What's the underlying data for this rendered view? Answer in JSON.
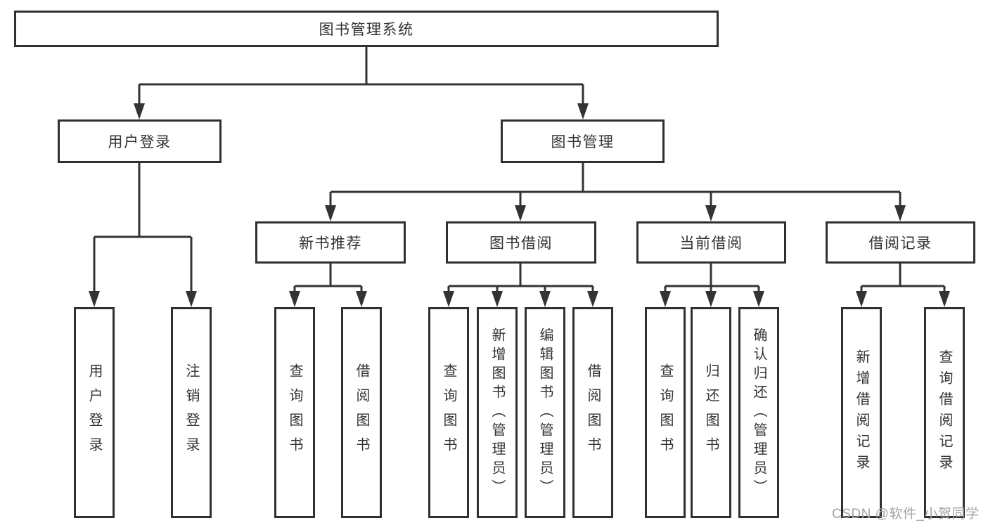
{
  "diagram": {
    "root": {
      "label": "图书管理系统"
    },
    "level2": [
      {
        "label": "用户登录"
      },
      {
        "label": "图书管理"
      }
    ],
    "level3": [
      {
        "label": "新书推荐"
      },
      {
        "label": "图书借阅"
      },
      {
        "label": "当前借阅"
      },
      {
        "label": "借阅记录"
      }
    ],
    "leaves": {
      "user_login": [
        "用户登录",
        "注销登录"
      ],
      "new_book": [
        "查询图书",
        "借阅图书"
      ],
      "book_borrow": [
        "查询图书",
        "新增图书（管理员）",
        "编辑图书（管理员）",
        "借阅图书"
      ],
      "current_borrow": [
        "查询图书",
        "归还图书",
        "确认归还（管理员）"
      ],
      "borrow_records": [
        "新增借阅记录",
        "查询借阅记录"
      ]
    }
  },
  "watermark": "CSDN @软件_小贺同学",
  "colors": {
    "line": "#333333",
    "text": "#333333",
    "background": "#ffffff",
    "watermark": "#a8a2a5"
  }
}
